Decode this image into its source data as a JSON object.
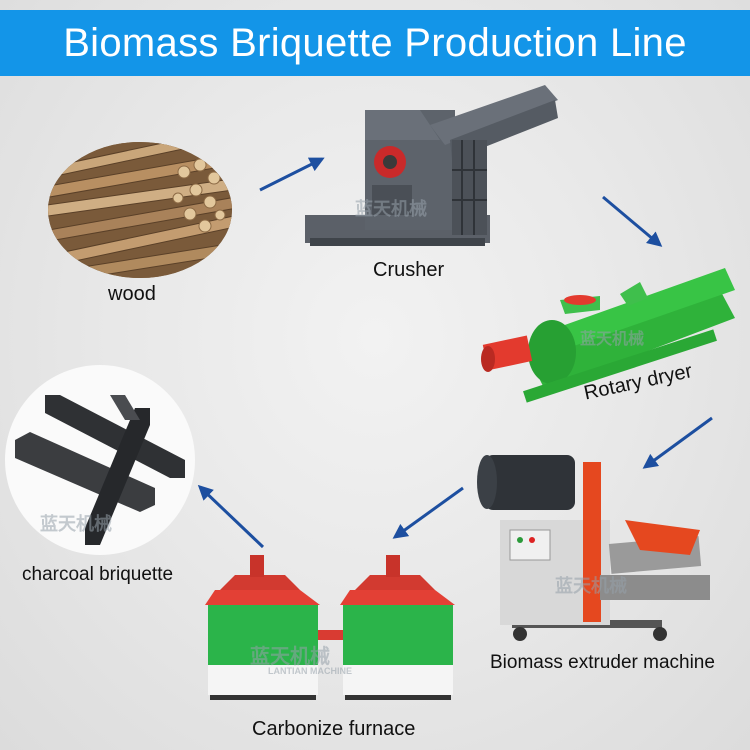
{
  "title": "Biomass Briquette Production Line",
  "colors": {
    "banner": "#1395e8",
    "arrow": "#1d4fa0",
    "dryer": "#2fb23a",
    "furnace": "#2bb44a",
    "crusher": "#5a5f66"
  },
  "nodes": {
    "wood": "wood",
    "crusher": "Crusher",
    "rotary_dryer": "Rotary dryer",
    "extruder": "Biomass extruder machine",
    "furnace": "Carbonize furnace",
    "charcoal": "charcoal briquette"
  },
  "watermark": {
    "cn": "蓝天机械",
    "en": "LANTIAN MACHINE"
  },
  "flow": [
    "wood",
    "crusher",
    "rotary_dryer",
    "extruder",
    "furnace",
    "charcoal"
  ]
}
